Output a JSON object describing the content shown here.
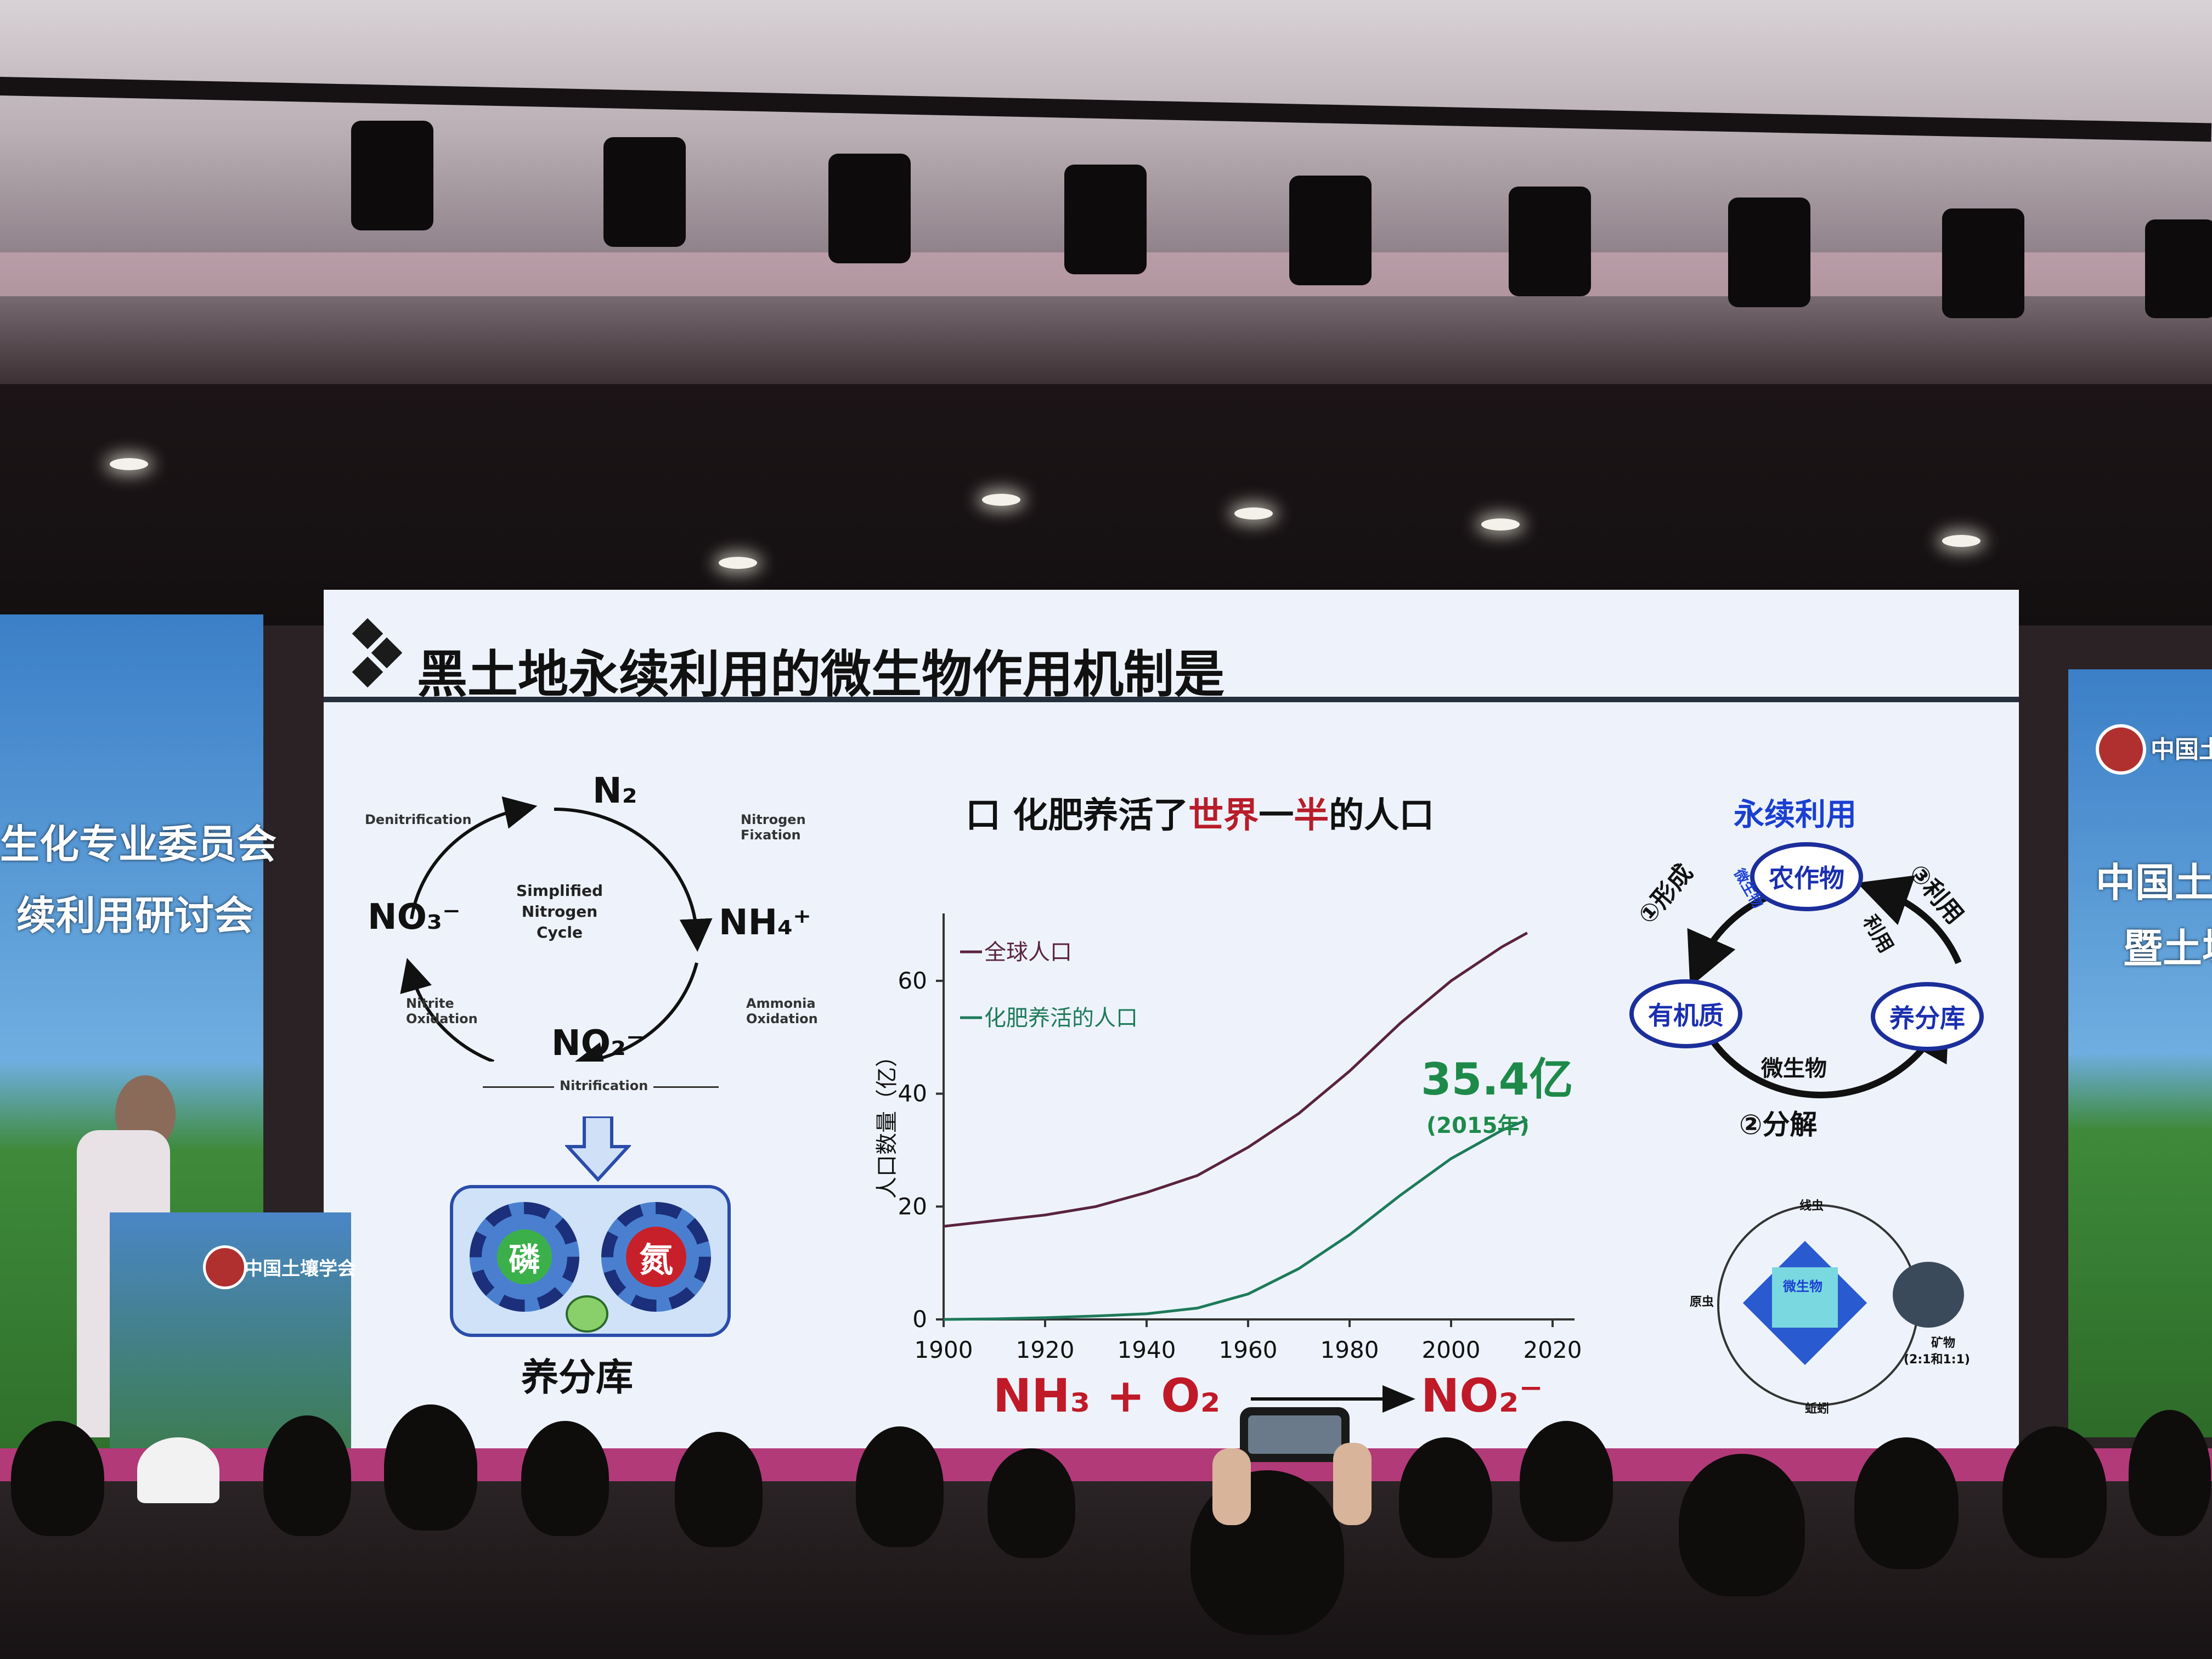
{
  "slide": {
    "title": "黑土地永续利用的微生物作用机制是",
    "nitrogen_cycle": {
      "n2": "N₂",
      "nh4": "NH₄⁺",
      "no2": "NO₂⁻",
      "no3": "NO₃⁻",
      "center": [
        "Simplified",
        "Nitrogen",
        "Cycle"
      ],
      "denitrification": "Denitrification",
      "fixation": [
        "Nitrogen",
        "Fixation"
      ],
      "ammonia_oxidation": [
        "Ammonia",
        "Oxidation"
      ],
      "nitrite_oxidation": [
        "Nitrite",
        "Oxidation"
      ],
      "nitrification": "Nitrification"
    },
    "nutrient_store": {
      "gear_left": "磷",
      "gear_right": "氮",
      "label": "养分库"
    },
    "chart_heading": {
      "prefix": "口 化肥养活了",
      "highlight1": "世界",
      "middle": "一",
      "highlight2": "半",
      "suffix": "的人口"
    },
    "equation": {
      "lhs": "NH₃ + O₂",
      "rhs": "NO₂⁻"
    },
    "sustain": {
      "title": "永续利用",
      "crop": "农作物",
      "organic": "有机质",
      "nutrient": "养分库",
      "step1": "①形成",
      "step2": "②分解",
      "step3": "③利用",
      "microbe_top": "微生物",
      "microbe_bottom": "微生物",
      "use_label": "利用"
    },
    "soil_web": {
      "top": "线虫",
      "left": "原虫",
      "center": "微生物",
      "right": "矿物",
      "ratio": "(2:1和1:1)",
      "bottom": "蚯蚓"
    }
  },
  "side_screen_left": {
    "line1": "生化专业委员会",
    "line2": "续利用研讨会"
  },
  "side_screen_right": {
    "line1": "中国土壤",
    "line2": "暨土壤",
    "logo_text": "中国土壤"
  },
  "podium": {
    "logo_text": "中国土壤学会"
  },
  "chart_data": {
    "type": "line",
    "title": "",
    "xlabel": "",
    "ylabel": "人口数量（亿）",
    "xlim": [
      1900,
      2020
    ],
    "ylim": [
      0,
      70
    ],
    "xticks": [
      1900,
      1920,
      1940,
      1960,
      1980,
      2000,
      2020
    ],
    "yticks": [
      0,
      20,
      40,
      60
    ],
    "grid": false,
    "legend": "top-left",
    "series": [
      {
        "name": "全球人口",
        "color": "#5a2340",
        "x": [
          1900,
          1910,
          1920,
          1930,
          1940,
          1950,
          1960,
          1970,
          1980,
          1990,
          2000,
          2010,
          2015
        ],
        "y": [
          16.5,
          17.5,
          18.5,
          20.0,
          22.5,
          25.5,
          30.5,
          36.5,
          44.0,
          52.5,
          60.0,
          66.0,
          68.5
        ]
      },
      {
        "name": "化肥养活的人口",
        "color": "#1e7a5a",
        "x": [
          1900,
          1910,
          1920,
          1930,
          1940,
          1950,
          1960,
          1970,
          1980,
          1990,
          2000,
          2010,
          2015
        ],
        "y": [
          0,
          0.1,
          0.3,
          0.6,
          1.0,
          2.0,
          4.5,
          9.0,
          15.0,
          22.0,
          28.5,
          33.5,
          35.4
        ]
      }
    ],
    "annotation": {
      "value": "35.4亿",
      "note": "(2015年)",
      "color": "#1e8a4a"
    }
  }
}
